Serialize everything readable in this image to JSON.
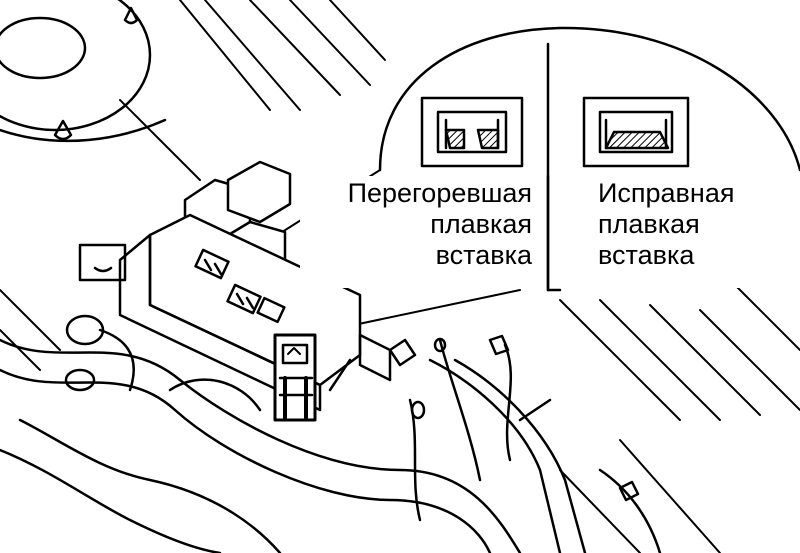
{
  "labels": {
    "blown_fuse": [
      "Перегоревшая",
      "плавкая",
      "вставка"
    ],
    "good_fuse": [
      "Исправная",
      "плавкая",
      "вставка"
    ]
  },
  "icons": [
    "blown-fuse-icon",
    "good-fuse-icon",
    "fuse-box",
    "fuse-puller",
    "wiring-harness"
  ],
  "colors": {
    "ink": "#000000",
    "paper": "#ffffff",
    "hatch": "#555555"
  }
}
